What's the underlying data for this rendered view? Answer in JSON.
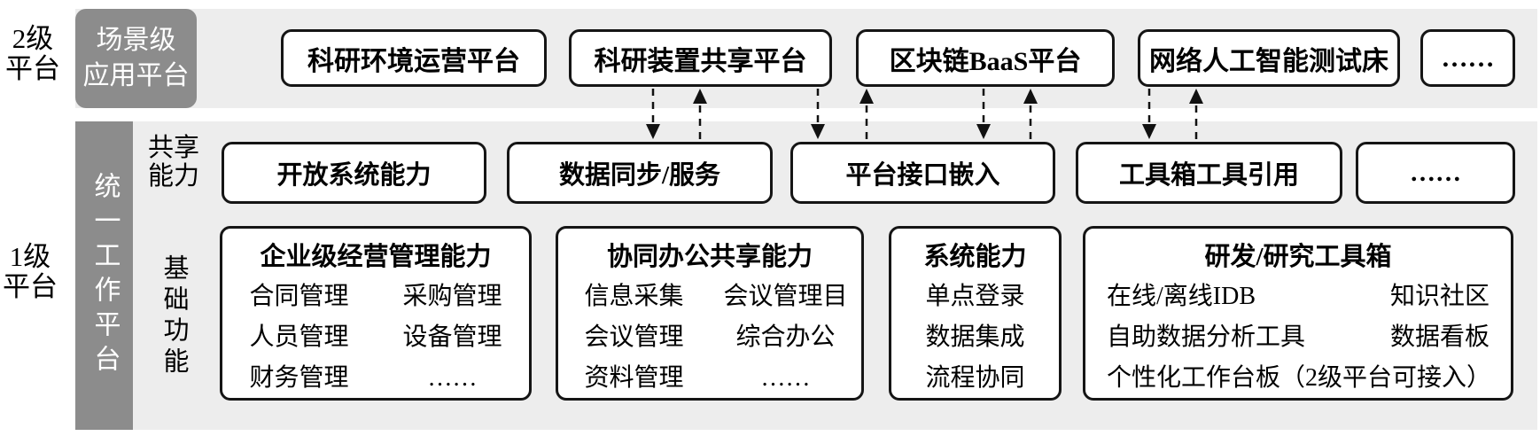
{
  "colors": {
    "band_bg": "#ededed",
    "dark_box_bg": "#8c8c8c",
    "box_border": "#151515",
    "box_bg": "#ffffff",
    "text": "#000000",
    "inverse_text": "#ffffff"
  },
  "level2": {
    "side_label_lines": [
      "2级",
      "平台"
    ],
    "header_lines": [
      "场景级",
      "应用平台"
    ],
    "boxes": [
      "科研环境运营平台",
      "科研装置共享平台",
      "区块链BaaS平台",
      "网络人工智能测试床",
      "……"
    ]
  },
  "level1": {
    "side_label_lines": [
      "1级",
      "平台"
    ],
    "vertical_bar_label": "统一工作平台",
    "share_row": {
      "label_lines": [
        "共享",
        "能力"
      ],
      "boxes": [
        "开放系统能力",
        "数据同步/服务",
        "平台接口嵌入",
        "工具箱工具引用",
        "……"
      ]
    },
    "base_row": {
      "label": "基础功能",
      "groups": [
        {
          "title": "企业级经营管理能力",
          "rows": [
            [
              "合同管理",
              "采购管理"
            ],
            [
              "人员管理",
              "设备管理"
            ],
            [
              "财务管理",
              "……"
            ]
          ]
        },
        {
          "title": "协同办公共享能力",
          "rows": [
            [
              "信息采集",
              "会议管理目"
            ],
            [
              "会议管理",
              "综合办公"
            ],
            [
              "资料管理",
              "……"
            ]
          ]
        },
        {
          "title": "系统能力",
          "rows": [
            [
              "单点登录"
            ],
            [
              "数据集成"
            ],
            [
              "流程协同"
            ]
          ]
        },
        {
          "title": "研发/研究工具箱",
          "rows": [
            [
              "在线/离线IDB",
              "知识社区"
            ],
            [
              "自助数据分析工具",
              "数据看板"
            ],
            [
              "个性化工作台板（2级平台可接入）"
            ]
          ]
        }
      ]
    }
  }
}
